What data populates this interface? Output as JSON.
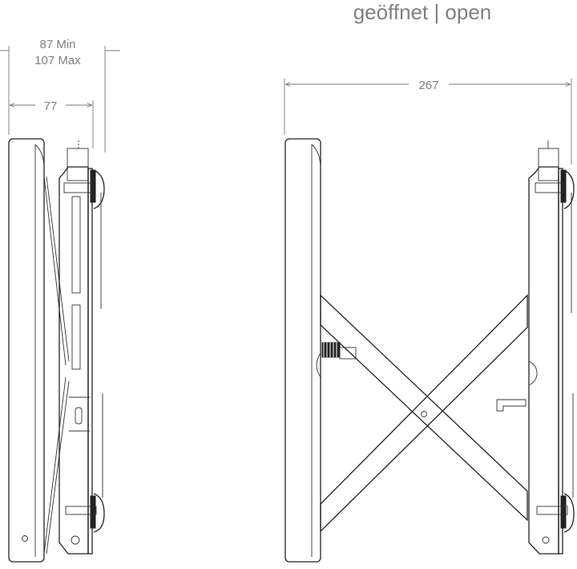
{
  "title": "geöffnet | open",
  "dimensions": {
    "depth_min": "87 Min",
    "depth_max": "107 Max",
    "closed_depth": "77",
    "open_depth": "267"
  },
  "views": [
    "closed-side-view",
    "open-side-view"
  ]
}
